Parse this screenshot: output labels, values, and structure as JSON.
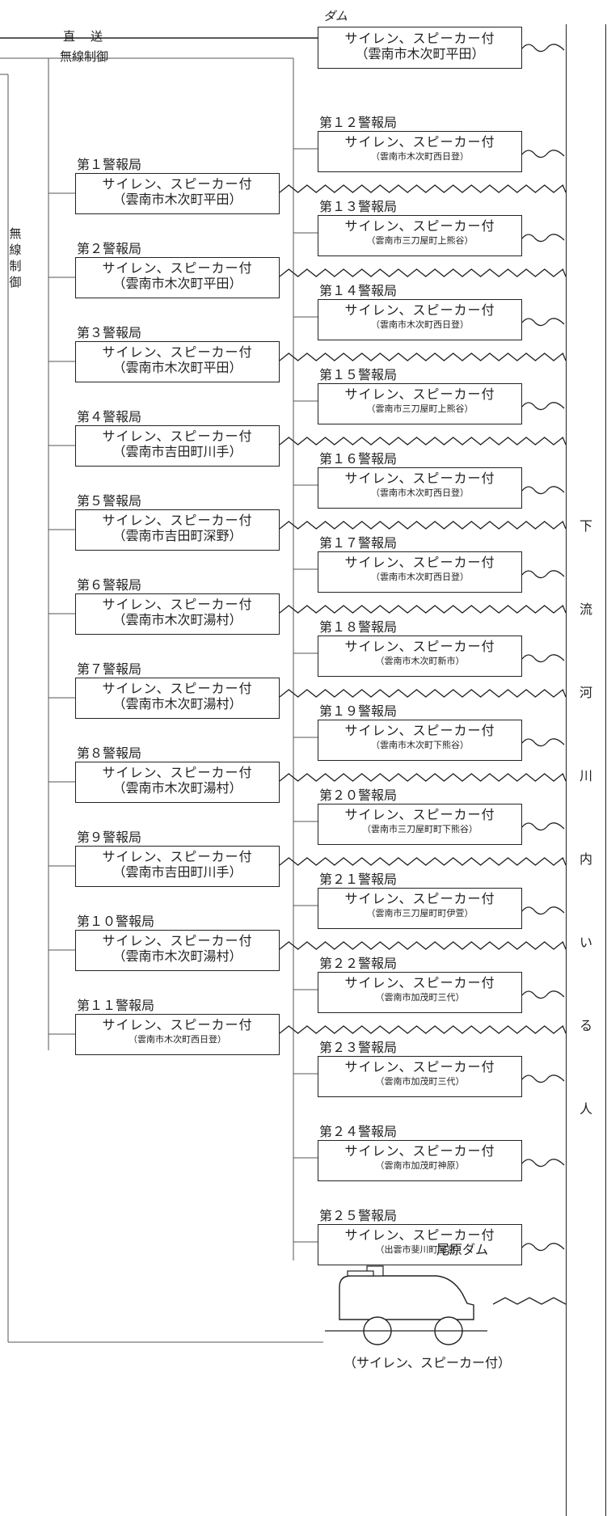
{
  "top": {
    "dam_label": "ダム",
    "direct_label": "直　送",
    "wireless_label": "無線制御",
    "dam_box": {
      "line1": "サイレン、スピーカー付",
      "line2": "（雲南市木次町平田）"
    }
  },
  "left_vertical_label": "無線制御",
  "left_stations": [
    {
      "name": "第１警報局",
      "line1": "サイレン、スピーカー付",
      "line2": "（雲南市木次町平田）"
    },
    {
      "name": "第２警報局",
      "line1": "サイレン、スピーカー付",
      "line2": "（雲南市木次町平田）"
    },
    {
      "name": "第３警報局",
      "line1": "サイレン、スピーカー付",
      "line2": "（雲南市木次町平田）"
    },
    {
      "name": "第４警報局",
      "line1": "サイレン、スピーカー付",
      "line2": "（雲南市吉田町川手）"
    },
    {
      "name": "第５警報局",
      "line1": "サイレン、スピーカー付",
      "line2": "（雲南市吉田町深野）"
    },
    {
      "name": "第６警報局",
      "line1": "サイレン、スピーカー付",
      "line2": "（雲南市木次町湯村）"
    },
    {
      "name": "第７警報局",
      "line1": "サイレン、スピーカー付",
      "line2": "（雲南市木次町湯村）"
    },
    {
      "name": "第８警報局",
      "line1": "サイレン、スピーカー付",
      "line2": "（雲南市木次町湯村）"
    },
    {
      "name": "第９警報局",
      "line1": "サイレン、スピーカー付",
      "line2": "（雲南市吉田町川手）"
    },
    {
      "name": "第１０警報局",
      "line1": "サイレン、スピーカー付",
      "line2": "（雲南市木次町湯村）"
    },
    {
      "name": "第１１警報局",
      "line1": "サイレン、スピーカー付",
      "line2": "（雲南市木次町西日登）"
    }
  ],
  "right_stations": [
    {
      "name": "第１２警報局",
      "line1": "サイレン、スピーカー付",
      "line2": "（雲南市木次町西日登）"
    },
    {
      "name": "第１３警報局",
      "line1": "サイレン、スピーカー付",
      "line2": "（雲南市三刀屋町上熊谷）"
    },
    {
      "name": "第１４警報局",
      "line1": "サイレン、スピーカー付",
      "line2": "（雲南市木次町西日登）"
    },
    {
      "name": "第１５警報局",
      "line1": "サイレン、スピーカー付",
      "line2": "（雲南市三刀屋町上熊谷）"
    },
    {
      "name": "第１６警報局",
      "line1": "サイレン、スピーカー付",
      "line2": "（雲南市木次町西日登）"
    },
    {
      "name": "第１７警報局",
      "line1": "サイレン、スピーカー付",
      "line2": "（雲南市木次町西日登）"
    },
    {
      "name": "第１８警報局",
      "line1": "サイレン、スピーカー付",
      "line2": "（雲南市木次町新市）"
    },
    {
      "name": "第１９警報局",
      "line1": "サイレン、スピーカー付",
      "line2": "（雲南市木次町下熊谷）"
    },
    {
      "name": "第２０警報局",
      "line1": "サイレン、スピーカー付",
      "line2": "（雲南市三刀屋町町下熊谷）"
    },
    {
      "name": "第２１警報局",
      "line1": "サイレン、スピーカー付",
      "line2": "（雲南市三刀屋町町伊萱）"
    },
    {
      "name": "第２２警報局",
      "line1": "サイレン、スピーカー付",
      "line2": "（雲南市加茂町三代）"
    },
    {
      "name": "第２３警報局",
      "line1": "サイレン、スピーカー付",
      "line2": "（雲南市加茂町三代）"
    },
    {
      "name": "第２４警報局",
      "line1": "サイレン、スピーカー付",
      "line2": "（雲南市加茂町神原）"
    },
    {
      "name": "第２５警報局",
      "line1": "サイレン、スピーカー付",
      "line2": "（出雲市斐川町阿宮）"
    }
  ],
  "patrol": {
    "dam_label": "尾原ダム",
    "caption": "（サイレン、スピーカー付）"
  },
  "river_label": "下流河川内いる人"
}
